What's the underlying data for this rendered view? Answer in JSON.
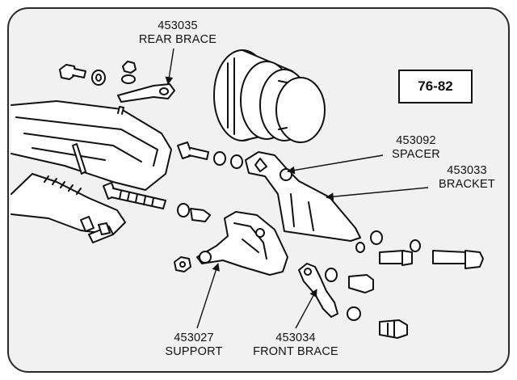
{
  "diagram": {
    "year_range": "76-82",
    "colors": {
      "frame_bg": "#f1f1f1",
      "frame_border": "#2a2a2a",
      "ink": "#111111",
      "part_fill": "#ffffff"
    },
    "callouts": [
      {
        "id": "rear-brace",
        "part_number": "453035",
        "name": "REAR BRACE"
      },
      {
        "id": "spacer",
        "part_number": "453092",
        "name": "SPACER"
      },
      {
        "id": "bracket",
        "part_number": "453033",
        "name": "BRACKET"
      },
      {
        "id": "support",
        "part_number": "453027",
        "name": "SUPPORT"
      },
      {
        "id": "front-brace",
        "part_number": "453034",
        "name": "FRONT BRACE"
      }
    ]
  }
}
